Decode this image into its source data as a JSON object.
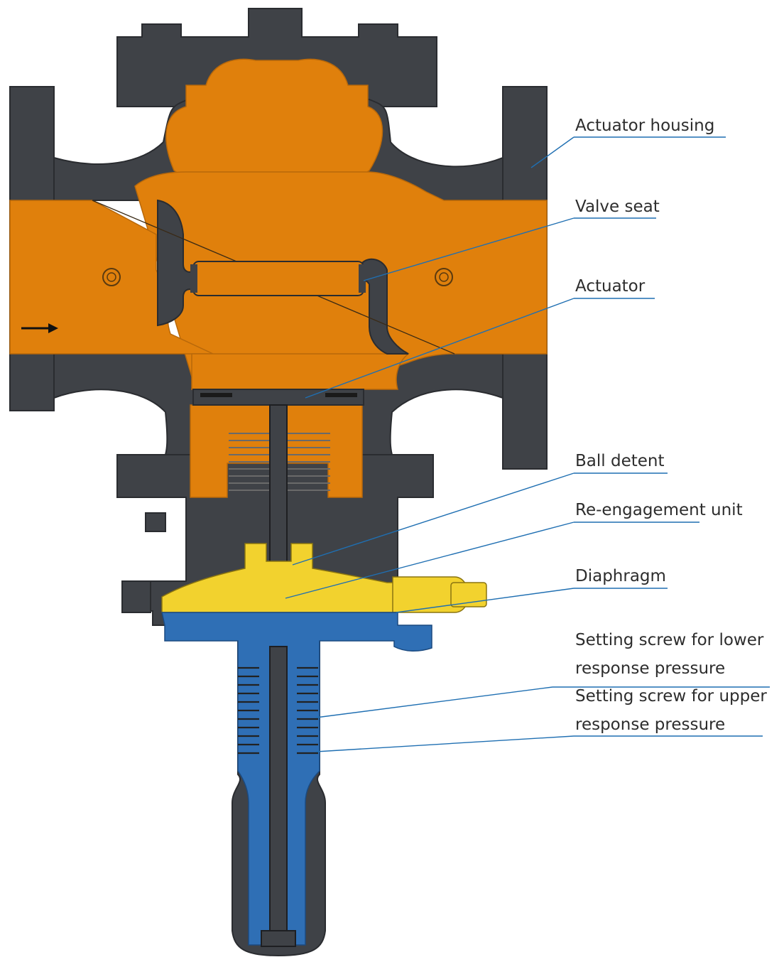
{
  "labels": {
    "actuator_housing": "Actuator housing",
    "valve_seat": "Valve seat",
    "actuator": "Actuator",
    "ball_detent": "Ball detent",
    "reengagement_unit": "Re-engagement unit",
    "diaphragm": "Diaphragm",
    "lower_screw_line1": "Setting screw for lower",
    "lower_screw_line2": "response pressure",
    "upper_screw_line1": "Setting screw for upper",
    "upper_screw_line2": "response pressure"
  },
  "colors": {
    "housing": "#3f4247",
    "housing_edge": "#2a2c30",
    "gas_orange": "#e0800c",
    "yellow_part": "#f2d22e",
    "blue_part": "#2f6fb5",
    "leader_line": "#1f6fb2",
    "text": "#2d2d2d"
  },
  "icons": {
    "flow_direction": "right-arrow-icon"
  }
}
